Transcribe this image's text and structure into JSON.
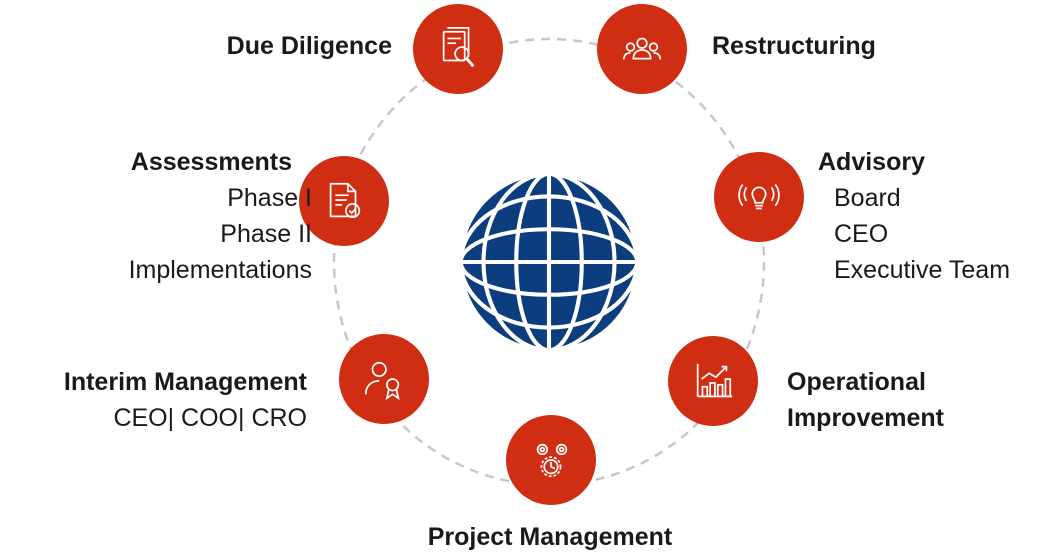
{
  "colors": {
    "accent": "#cf2e12",
    "globe": "#0c3d7e",
    "ring": "#c8c8c8"
  },
  "center_icon": "globe-icon",
  "services": [
    {
      "id": "due-diligence",
      "icon": "document-search-icon",
      "title": "Due Diligence",
      "sub": []
    },
    {
      "id": "restructuring",
      "icon": "team-icon",
      "title": "Restructuring",
      "sub": []
    },
    {
      "id": "advisory",
      "icon": "lightbulb-icon",
      "title": "Advisory",
      "sub": [
        "Board",
        "CEO",
        "Executive Team"
      ]
    },
    {
      "id": "operational-improvement",
      "icon": "growth-chart-icon",
      "title": "Operational",
      "title2": "Improvement",
      "sub": []
    },
    {
      "id": "project-management",
      "icon": "gears-clock-icon",
      "title": "Project Management",
      "sub": []
    },
    {
      "id": "interim-management",
      "icon": "person-award-icon",
      "title": "Interim Management",
      "sub": [
        "CEO| COO| CRO"
      ]
    },
    {
      "id": "assessments",
      "icon": "document-check-icon",
      "title": "Assessments",
      "sub": [
        "Phase I",
        "Phase II",
        "Implementations"
      ]
    }
  ]
}
